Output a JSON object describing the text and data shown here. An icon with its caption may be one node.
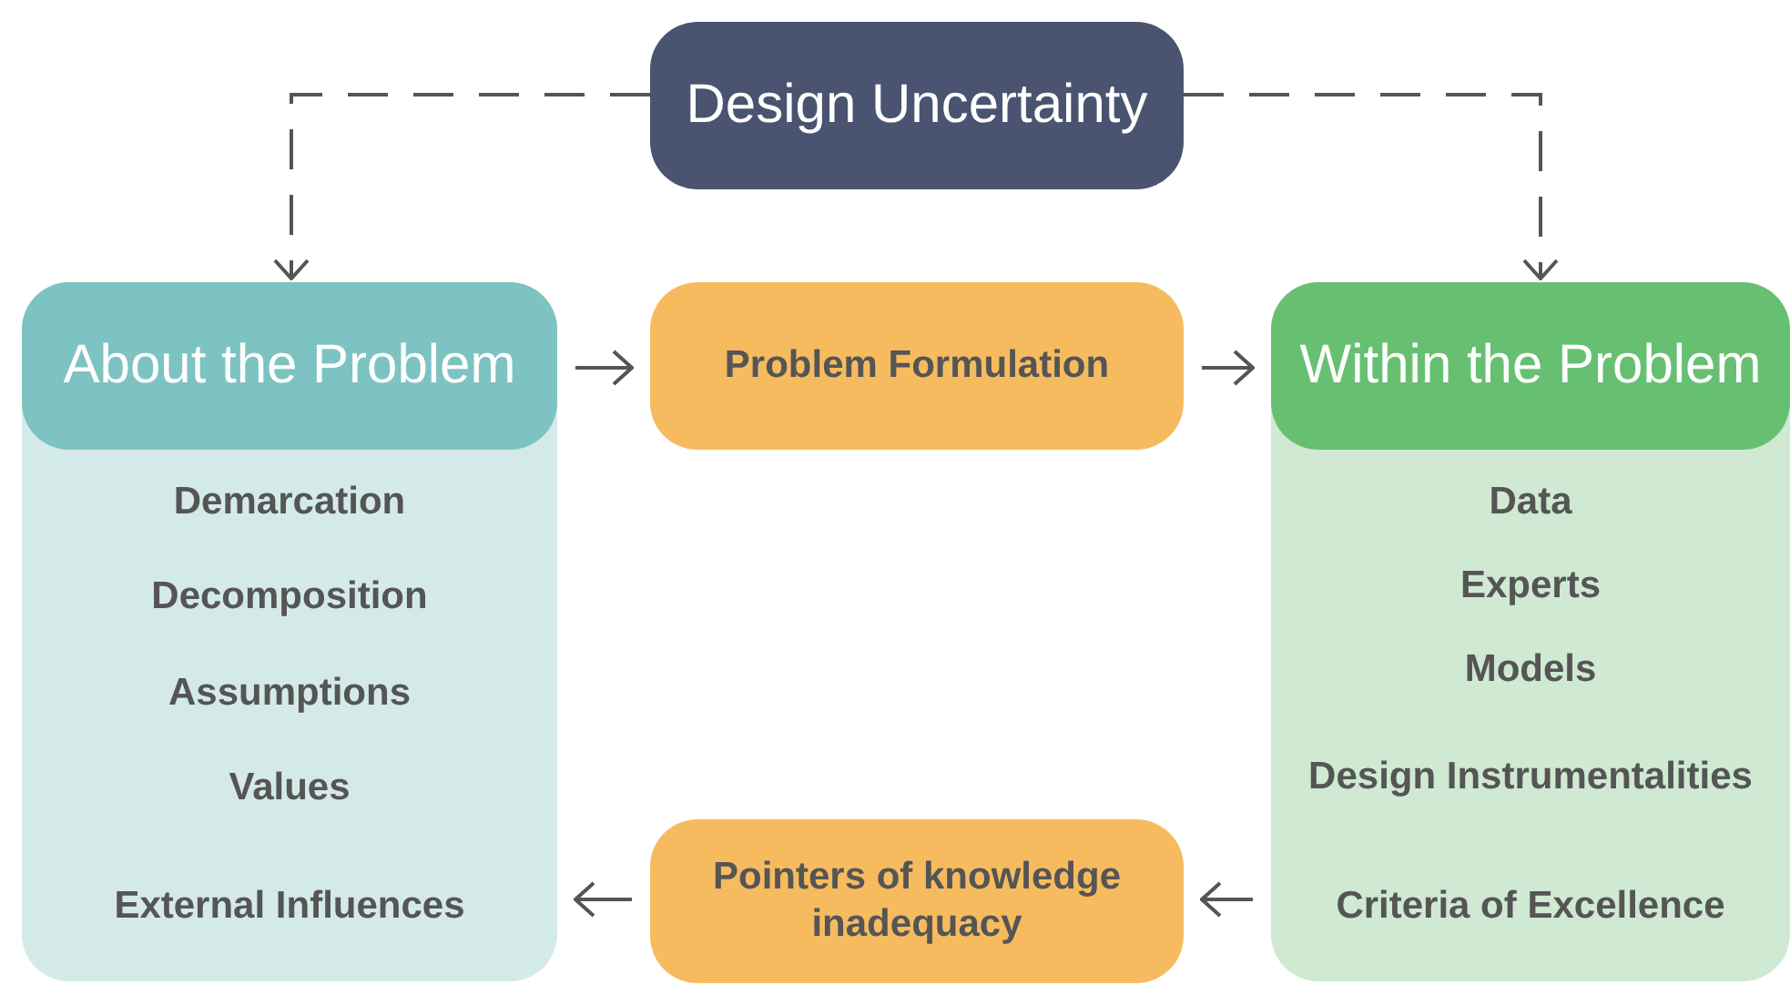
{
  "diagram": {
    "nodes": [
      {
        "text": [
          "Design Uncertainty"
        ]
      },
      {
        "text": [
          "About the Problem",
          "Demarcation",
          "Decomposition",
          "Assumptions",
          "Values",
          "External Influences"
        ]
      },
      {
        "text": [
          "Problem Formulation"
        ]
      },
      {
        "text": [
          "Within the Problem",
          "Data",
          "Experts",
          "Models",
          "Design Instrumentalities",
          "Criteria of Excellence"
        ]
      },
      {
        "text": [
          "Pointers of knowledge inadequacy"
        ]
      }
    ],
    "edges": [
      {
        "from": 0,
        "to": 1,
        "arrow": "to",
        "style": "dashed"
      },
      {
        "from": 0,
        "to": 3,
        "arrow": "to",
        "style": "dashed"
      },
      {
        "from": 1,
        "to": 2,
        "arrow": "to"
      },
      {
        "from": 2,
        "to": 3,
        "arrow": "to"
      },
      {
        "from": 3,
        "to": 4,
        "arrow": "to"
      },
      {
        "from": 4,
        "to": 1,
        "arrow": "to"
      }
    ]
  }
}
